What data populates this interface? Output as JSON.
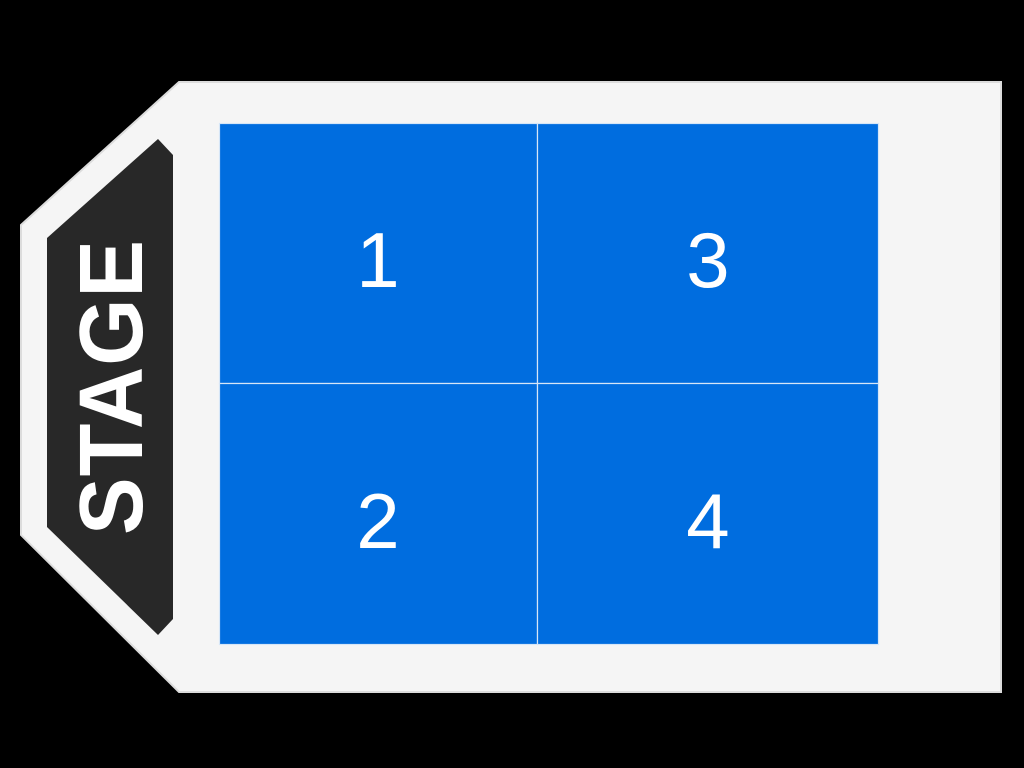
{
  "colors": {
    "background": "#000000",
    "venue_floor": "#f5f5f5",
    "venue_border": "#dcdcdc",
    "stage": "#282828",
    "section_fill": "#006ddf",
    "section_border": "#d6e6f7",
    "label_text": "#ffffff"
  },
  "stage": {
    "label": "STAGE",
    "orientation": "vertical, reads bottom-to-top"
  },
  "sections": [
    {
      "id": "1",
      "label": "1",
      "position": "top-left"
    },
    {
      "id": "2",
      "label": "2",
      "position": "bottom-left"
    },
    {
      "id": "3",
      "label": "3",
      "position": "top-right"
    },
    {
      "id": "4",
      "label": "4",
      "position": "bottom-right"
    }
  ]
}
